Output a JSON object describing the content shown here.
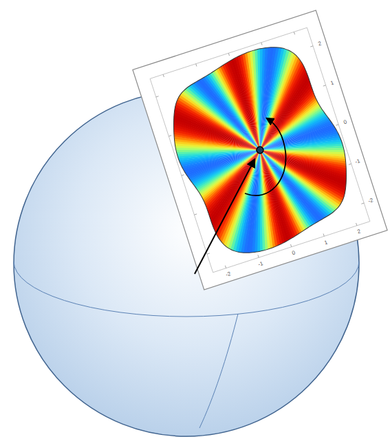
{
  "diagram": {
    "labels": [
      "2",
      "1",
      "0",
      "-1",
      "-2",
      "-2",
      "-1",
      "0",
      "1",
      "2"
    ]
  }
}
